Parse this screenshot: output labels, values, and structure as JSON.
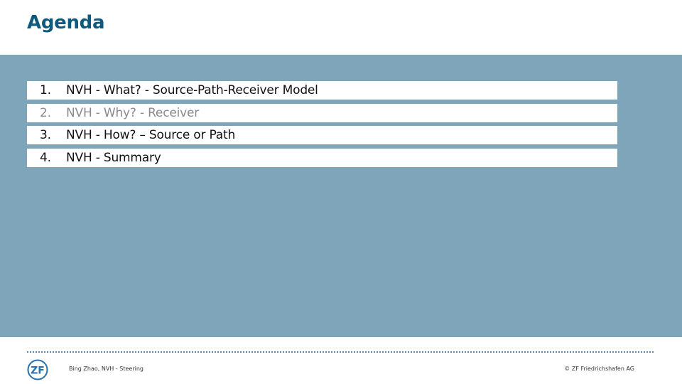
{
  "slide": {
    "title": "Agenda"
  },
  "agenda": {
    "items": [
      {
        "number": "1.",
        "text": "NVH - What? - Source-Path-Receiver Model",
        "muted": false
      },
      {
        "number": "2.",
        "text": "NVH - Why? - Receiver",
        "muted": true
      },
      {
        "number": "3.",
        "text": "NVH - How? – Source or Path",
        "muted": false
      },
      {
        "number": "4.",
        "text": "NVH - Summary",
        "muted": false
      }
    ]
  },
  "footer": {
    "logo_text": "ZF",
    "logo_icon": "zf-logo-icon",
    "author": "Bing Zhao, NVH - Steering",
    "copyright": "© ZF Friedrichshafen AG"
  },
  "colors": {
    "title": "#0d5a7e",
    "panel": "#7fa5bb",
    "item_background": "#ffffff",
    "item_text": "#111111",
    "item_text_muted": "#8a8a8a",
    "footer_dots": "#4a8ec6",
    "logo": "#2a6fae"
  }
}
